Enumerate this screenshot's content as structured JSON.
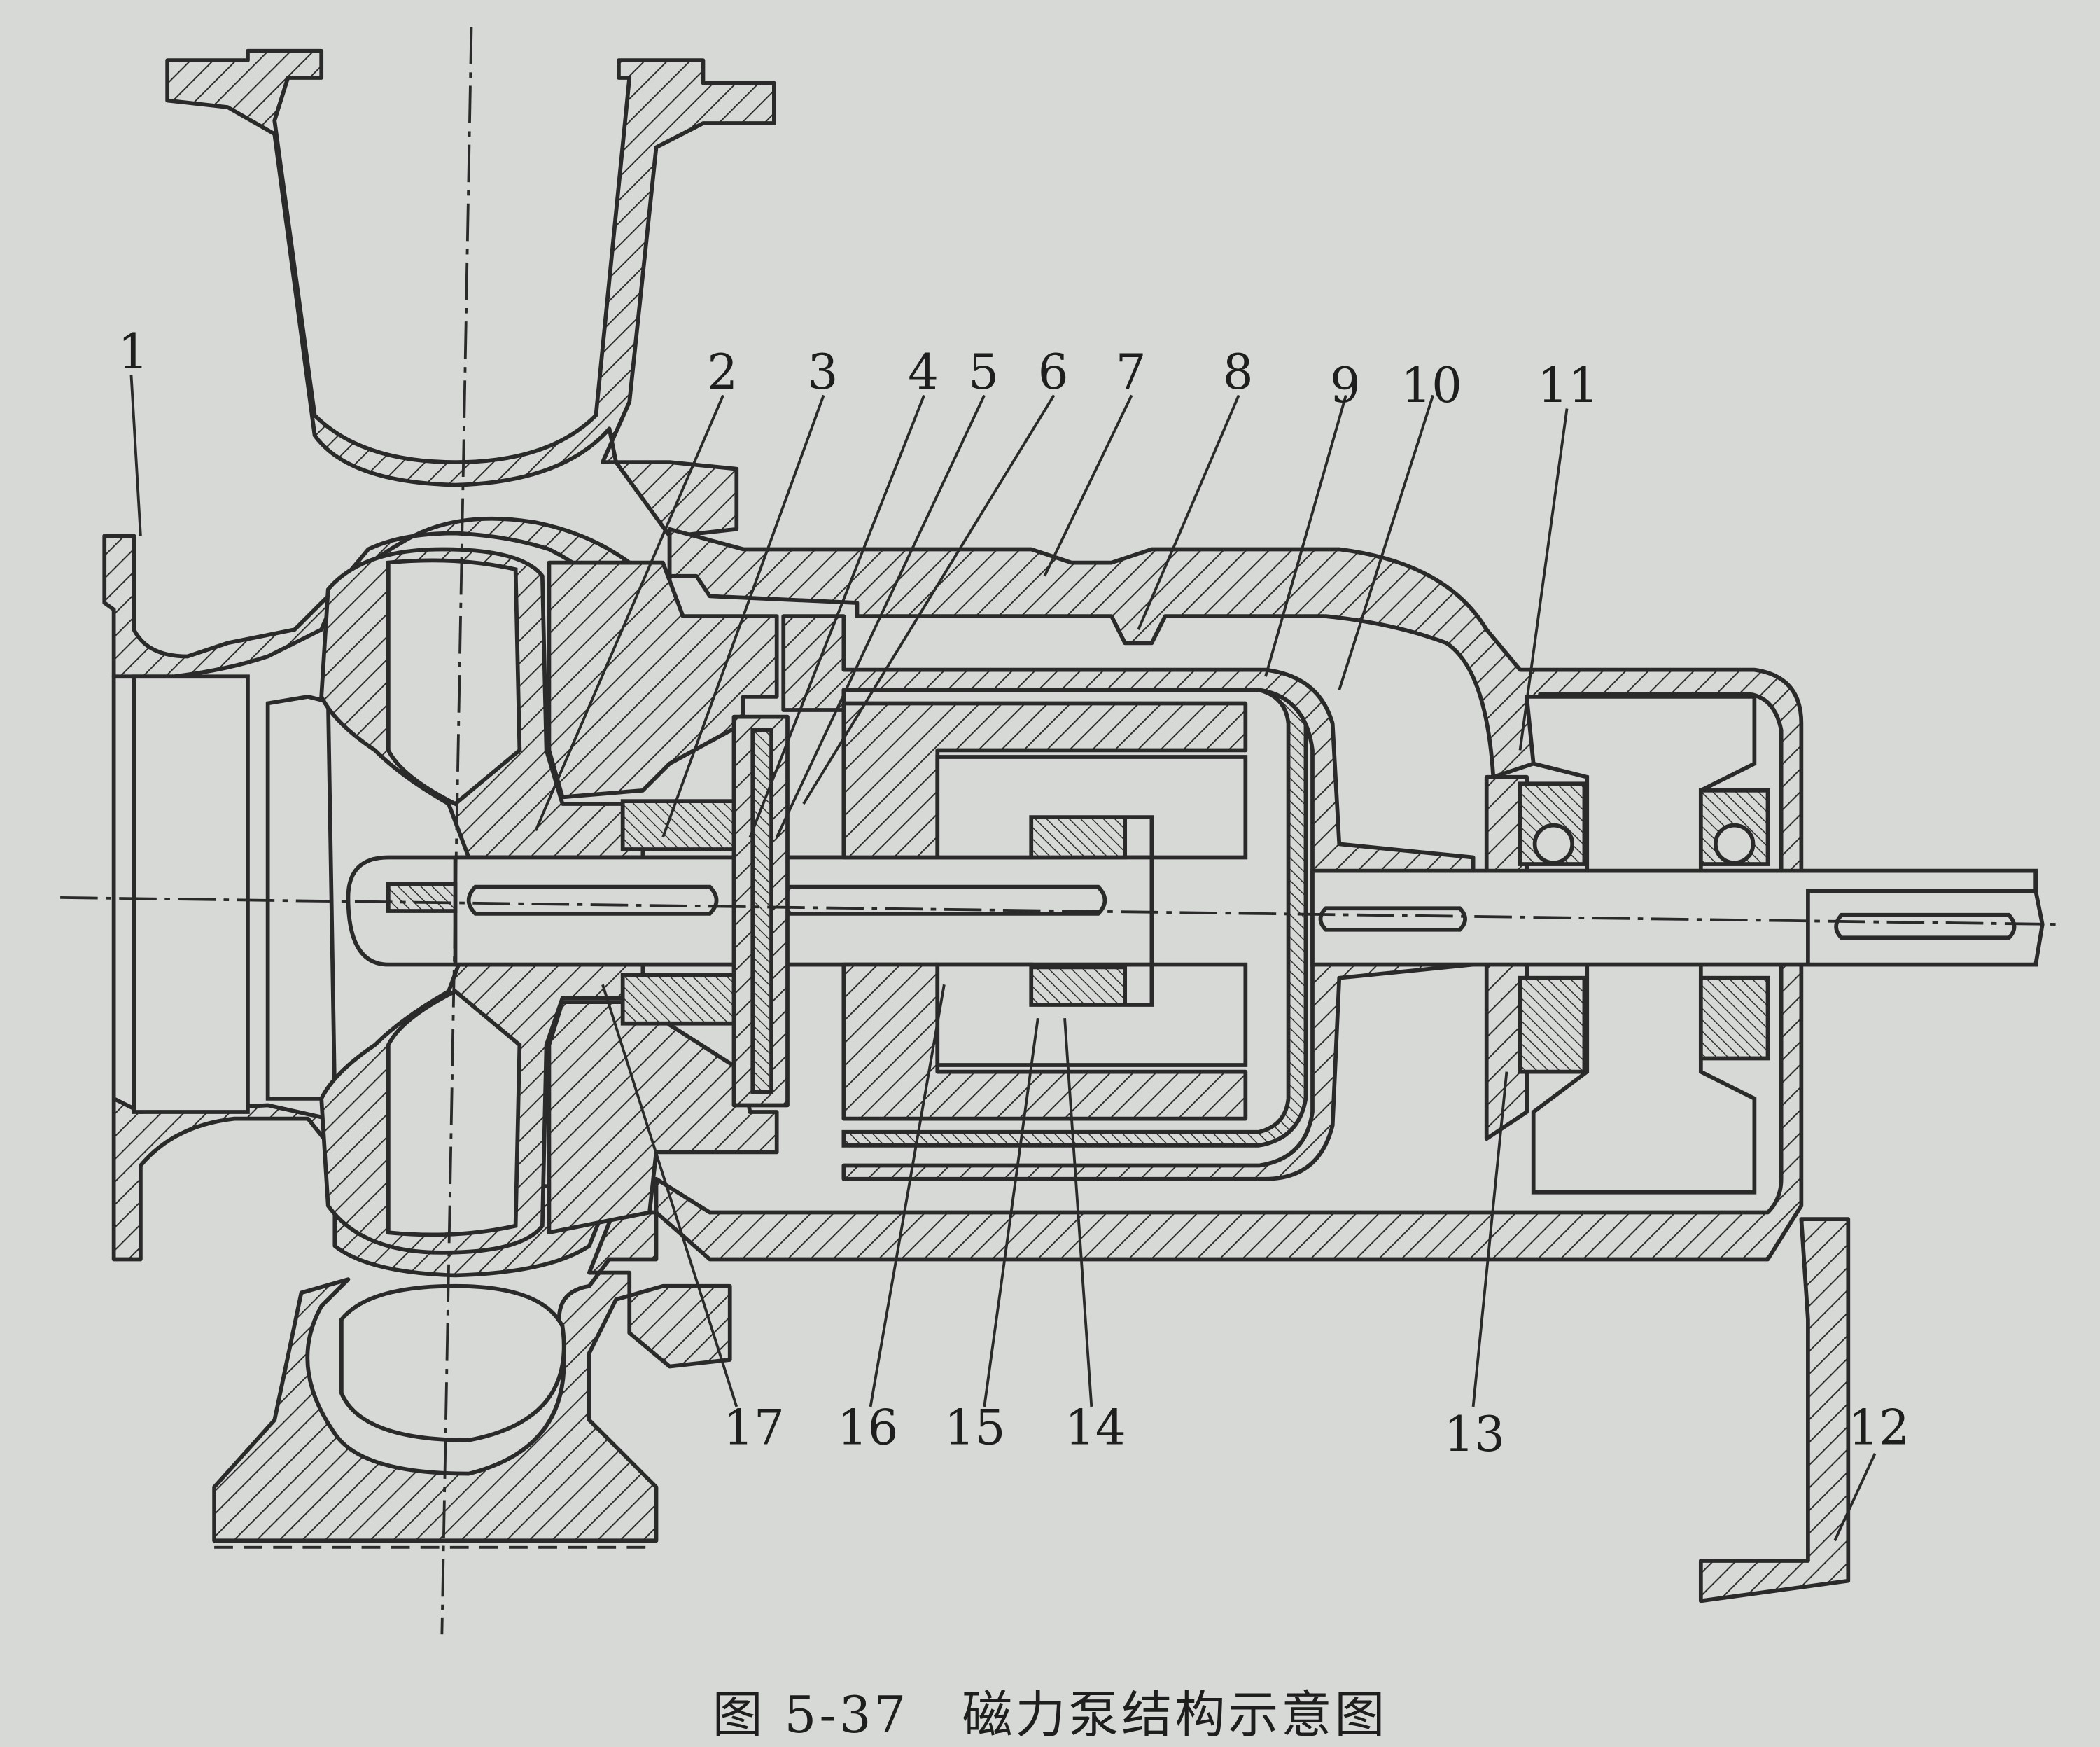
{
  "figure": {
    "caption": "图 5-37　磁力泵结构示意图"
  },
  "part_labels": [
    "1",
    "2",
    "3",
    "4",
    "5",
    "6",
    "7",
    "8",
    "9",
    "10",
    "11",
    "12",
    "13",
    "14",
    "15",
    "16",
    "17"
  ],
  "colors": {
    "paper": "#d6d9d6",
    "ink": "#2a2a2a"
  }
}
